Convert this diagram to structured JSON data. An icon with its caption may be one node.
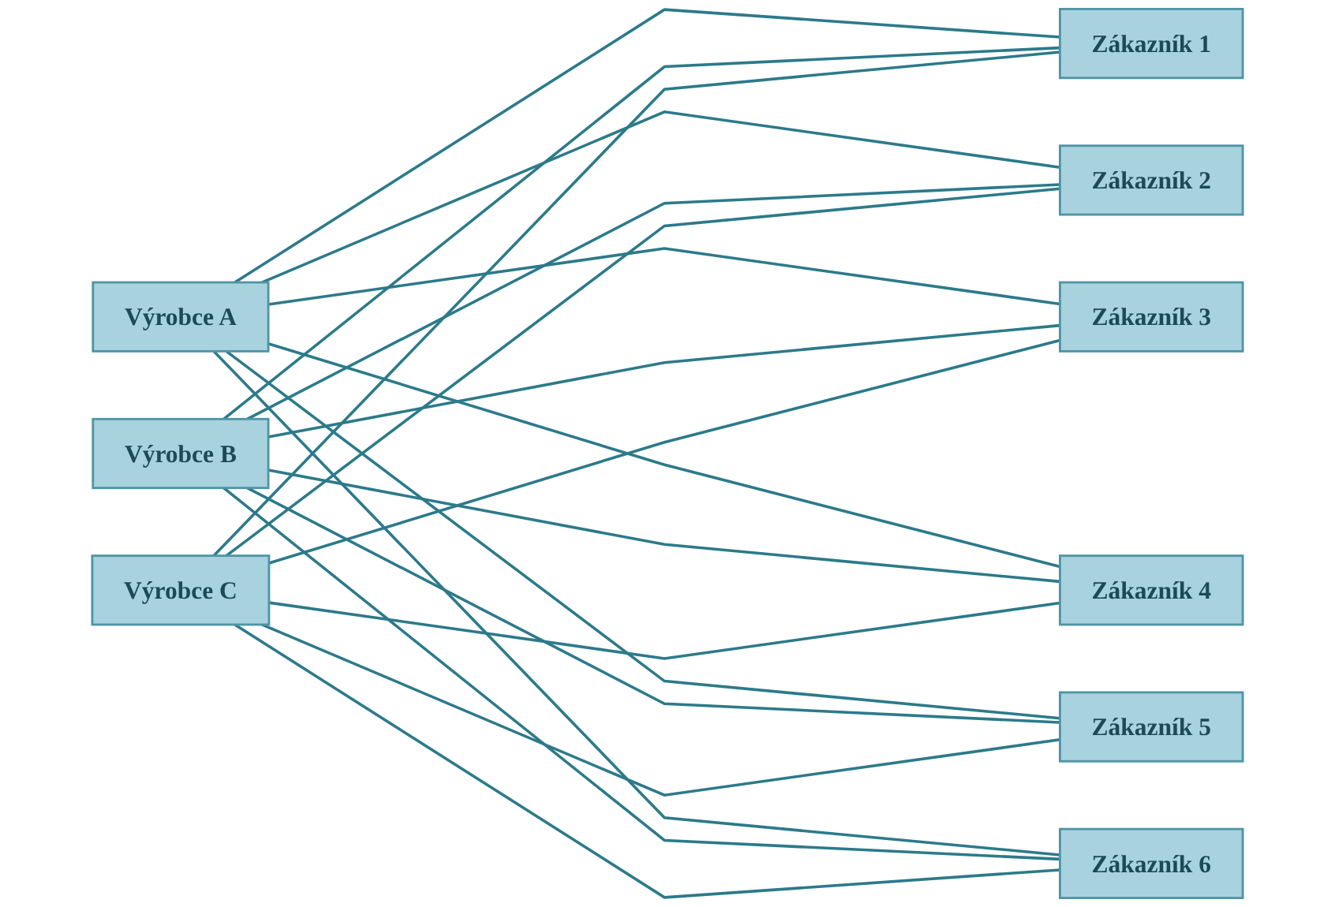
{
  "diagram": {
    "nodes": [
      {
        "text": [
          "Výrobce A"
        ]
      },
      {
        "text": [
          "Výrobce B"
        ]
      },
      {
        "text": [
          "Výrobce C"
        ]
      },
      {
        "text": [
          "Zákazník 1"
        ]
      },
      {
        "text": [
          "Zákazník 2"
        ]
      },
      {
        "text": [
          "Zákazník 3"
        ]
      },
      {
        "text": [
          "Zákazník 4"
        ]
      },
      {
        "text": [
          "Zákazník 5"
        ]
      },
      {
        "text": [
          "Zákazník 6"
        ]
      }
    ],
    "edges": [
      {
        "from": 0,
        "to": 3,
        "arrow": "none"
      },
      {
        "from": 0,
        "to": 4,
        "arrow": "none"
      },
      {
        "from": 0,
        "to": 5,
        "arrow": "none"
      },
      {
        "from": 0,
        "to": 6,
        "arrow": "none"
      },
      {
        "from": 0,
        "to": 7,
        "arrow": "none"
      },
      {
        "from": 0,
        "to": 8,
        "arrow": "none"
      },
      {
        "from": 1,
        "to": 3,
        "arrow": "none"
      },
      {
        "from": 1,
        "to": 4,
        "arrow": "none"
      },
      {
        "from": 1,
        "to": 5,
        "arrow": "none"
      },
      {
        "from": 1,
        "to": 6,
        "arrow": "none"
      },
      {
        "from": 1,
        "to": 7,
        "arrow": "none"
      },
      {
        "from": 1,
        "to": 8,
        "arrow": "none"
      },
      {
        "from": 2,
        "to": 3,
        "arrow": "none"
      },
      {
        "from": 2,
        "to": 4,
        "arrow": "none"
      },
      {
        "from": 2,
        "to": 5,
        "arrow": "none"
      },
      {
        "from": 2,
        "to": 6,
        "arrow": "none"
      },
      {
        "from": 2,
        "to": 7,
        "arrow": "none"
      },
      {
        "from": 2,
        "to": 8,
        "arrow": "none"
      }
    ]
  }
}
